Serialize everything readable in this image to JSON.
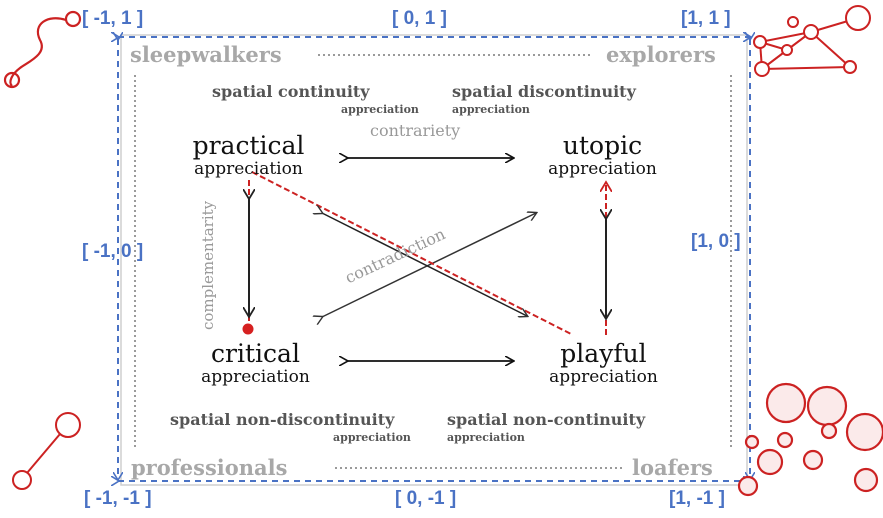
{
  "coordinates": {
    "top_left": "[ -1,   1 ]",
    "top_center": "[ 0,   1 ]",
    "top_right": "[1,    1 ]",
    "mid_left": "[ -1,   0 ]",
    "mid_right": "[1,    0 ]",
    "bottom_left": "[ -1,   -1 ]",
    "bottom_center": "[ 0,   -1 ]",
    "bottom_right": "[1,    -1 ]"
  },
  "corners": {
    "top_left": "sleepwalkers",
    "top_right": "explorers",
    "bottom_left": "professionals",
    "bottom_right": "loafers"
  },
  "spatial": {
    "continuity": "spatial continuity",
    "discontinuity": "spatial discontinuity",
    "non_discontinuity": "spatial non-discontinuity",
    "non_continuity": "spatial non-continuity",
    "appreciation": "appreciation"
  },
  "nodes": {
    "practical": {
      "title": "practical",
      "sub": "appreciation"
    },
    "utopic": {
      "title": "utopic",
      "sub": "appreciation"
    },
    "critical": {
      "title": "critical",
      "sub": "appreciation"
    },
    "playful": {
      "title": "playful",
      "sub": "appreciation"
    }
  },
  "relations": {
    "contrariety": "contrariety",
    "contradiction": "contradiction",
    "complementarity": "complementarity"
  },
  "colors": {
    "accent_red": "#cc2222",
    "frame_blue": "#4a72c4",
    "label_gray": "#a8a8a8"
  }
}
